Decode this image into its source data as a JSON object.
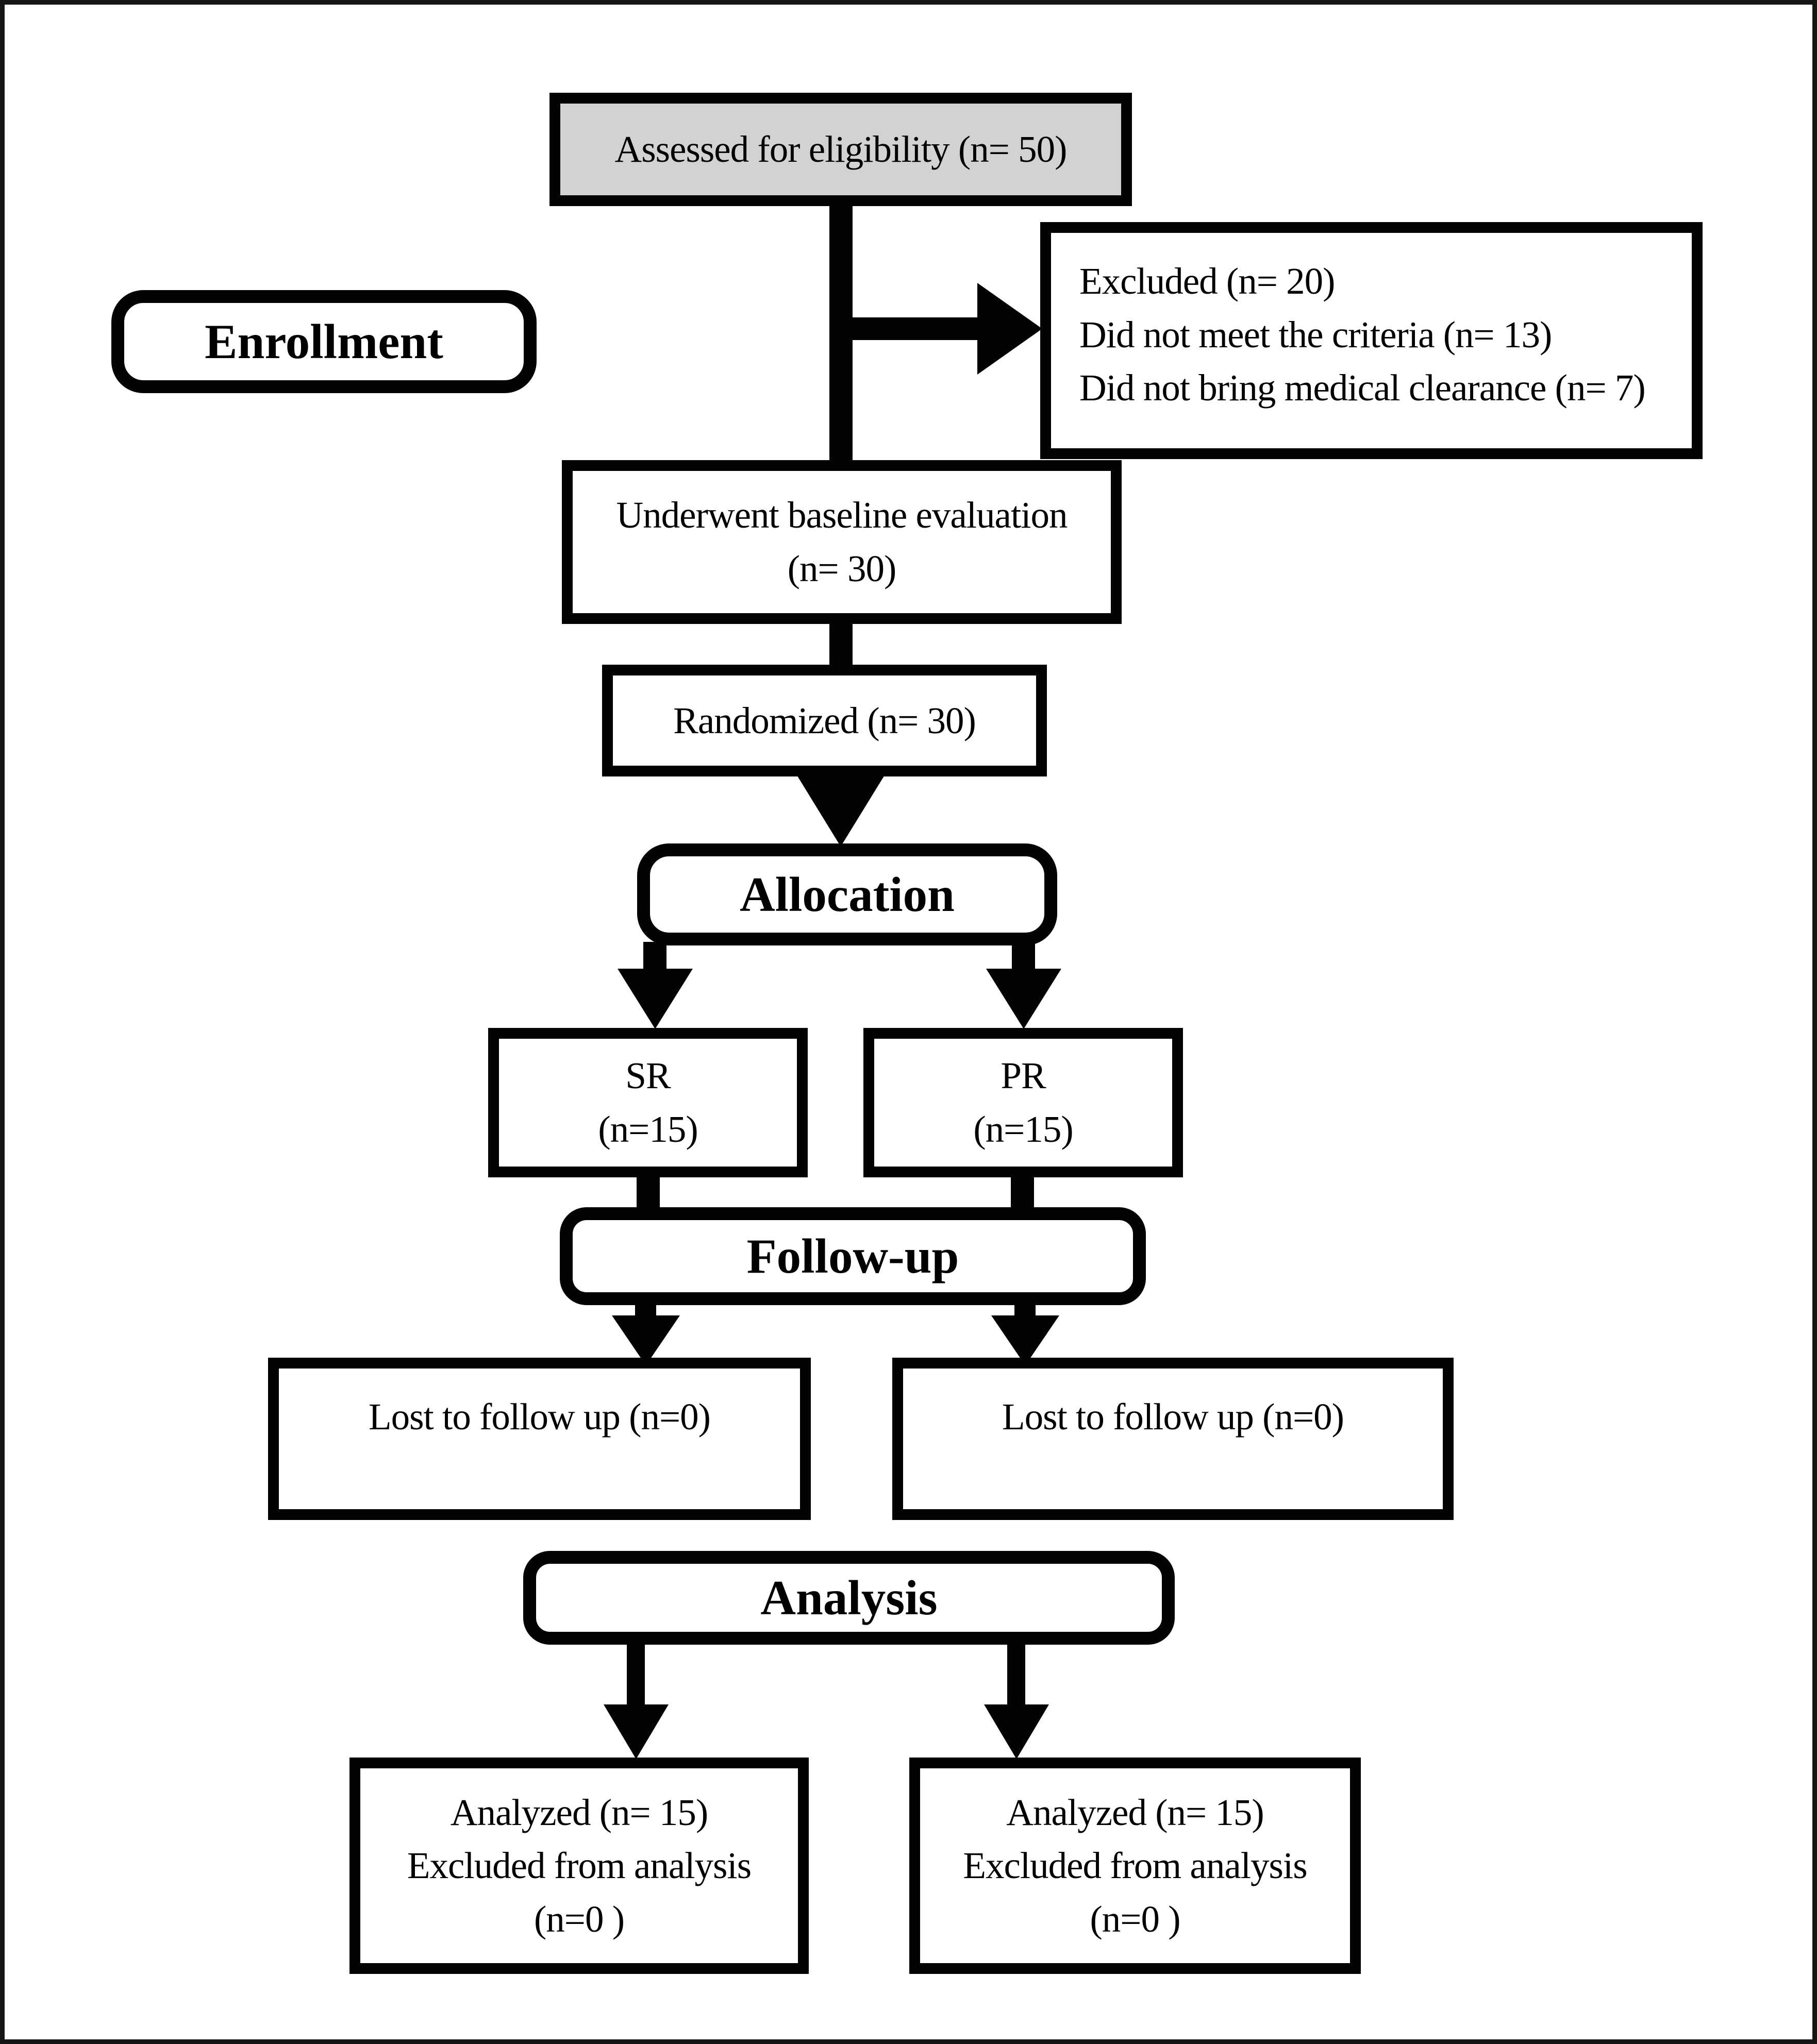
{
  "figure": {
    "type": "consort-flow-diagram",
    "background": "#ffffff",
    "frame_color": "#161616",
    "box_border_color": "#030303",
    "assessed_fill": "#d2d2d2",
    "stage_labels": {
      "enrollment": "Enrollment",
      "allocation": "Allocation",
      "followup": "Follow-up",
      "analysis": "Analysis"
    },
    "boxes": {
      "assessed": "Assessed for eligibility (n= 50)",
      "excluded": {
        "line1": "Excluded (n= 20)",
        "line2": "Did not meet the criteria (n= 13)",
        "line3": "Did not bring medical clearance (n= 7)"
      },
      "baseline": {
        "line1": "Underwent baseline evaluation",
        "line2": "(n= 30)"
      },
      "randomized": "Randomized (n= 30)",
      "sr": {
        "line1": "SR",
        "line2": "(n=15)"
      },
      "pr": {
        "line1": "PR",
        "line2": "(n=15)"
      },
      "lost_left": "Lost to follow up (n=0)",
      "lost_right": "Lost to follow up (n=0)",
      "analyzed_left": {
        "line1": "Analyzed (n= 15)",
        "line2": "Excluded from analysis",
        "line3": "(n=0 )"
      },
      "analyzed_right": {
        "line1": "Analyzed (n= 15)",
        "line2": "Excluded from analysis",
        "line3": "(n=0 )"
      }
    }
  }
}
